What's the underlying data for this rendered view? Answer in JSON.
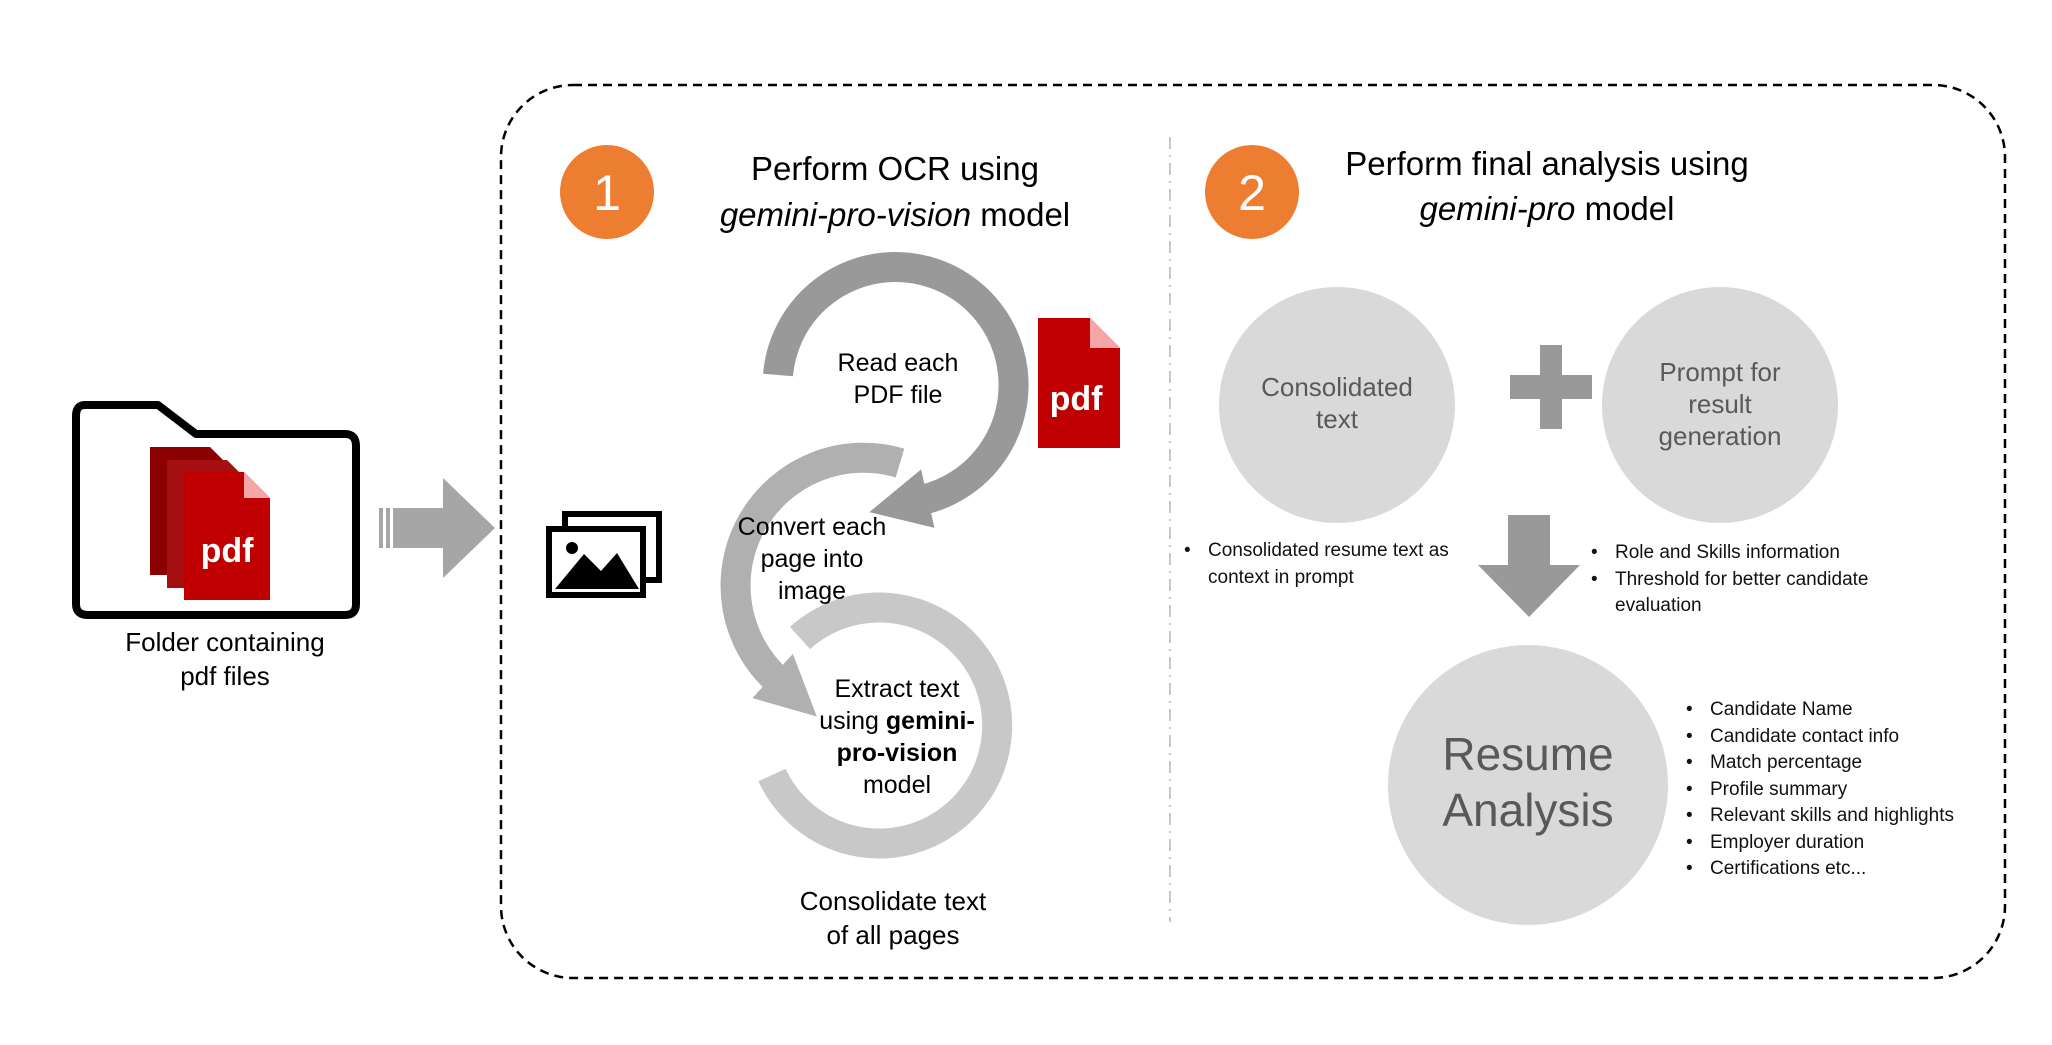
{
  "folder": {
    "caption_line1": "Folder containing",
    "caption_line2": "pdf files",
    "pdf_label": "pdf"
  },
  "step1": {
    "number": "1",
    "title_line1": "Perform OCR using",
    "title_model": "gemini-pro-vision",
    "title_suffix": " model",
    "cycle": {
      "read_line1": "Read each",
      "read_line2": "PDF file",
      "convert_line1": "Convert each",
      "convert_line2": "page into",
      "convert_line3": "image",
      "extract_line1": "Extract text",
      "extract_line2_prefix": "using ",
      "extract_line2_bold": "gemini-",
      "extract_line3_bold": "pro-vision",
      "extract_line4": "model"
    },
    "pdf_label": "pdf",
    "consolidate_line1": "Consolidate text",
    "consolidate_line2": "of all pages"
  },
  "step2": {
    "number": "2",
    "title_line1": "Perform final analysis using",
    "title_model": "gemini-pro",
    "title_suffix": " model",
    "input_a_line1": "Consolidated",
    "input_a_line2": "text",
    "input_b_line1": "Prompt for",
    "input_b_line2": "result",
    "input_b_line3": "generation",
    "input_a_notes": [
      "Consolidated resume text as context in prompt"
    ],
    "input_b_notes": [
      "Role and Skills information",
      "Threshold for better candidate evaluation"
    ],
    "output_line1": "Resume",
    "output_line2": "Analysis",
    "output_items": [
      "Candidate Name",
      "Candidate contact info",
      "Match percentage",
      "Profile summary",
      "Relevant skills and highlights",
      "Employer duration",
      "Certifications etc..."
    ]
  },
  "colors": {
    "badge": "#ED7D31",
    "pdf_red": "#C00000",
    "pdf_dark": "#8B0000",
    "pdf_fold": "#F4A6A6",
    "arrow_dark": "#999999",
    "arrow_mid": "#B0B0B0",
    "arrow_light": "#C8C8C8",
    "circle": "#D9D9D9",
    "circle_text": "#595959"
  }
}
